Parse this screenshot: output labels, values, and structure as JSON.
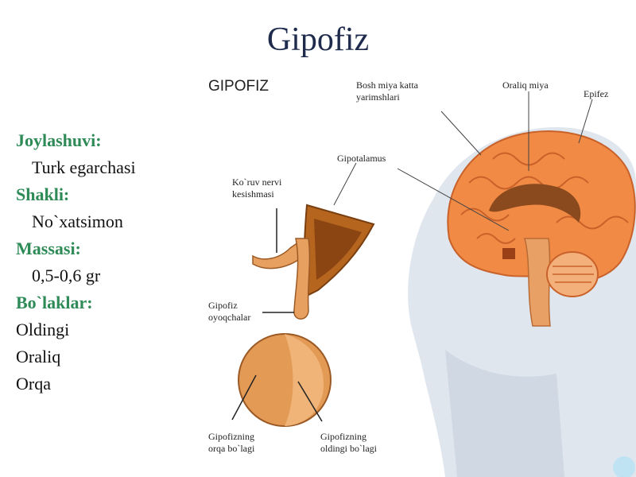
{
  "slide": {
    "title": "Gipofiz",
    "accent_color": "#2e8b57",
    "sections": [
      {
        "label": "Joylashuvi:",
        "value": "Turk egarchasi"
      },
      {
        "label": "Shakli:",
        "value": "No`xatsimon"
      },
      {
        "label": "Massasi:",
        "value": "0,5-0,6 gr"
      },
      {
        "label": "Bo`laklar:",
        "items": [
          "Oldingi",
          "Oraliq",
          "Orqa"
        ]
      }
    ]
  },
  "diagram": {
    "title": "GIPOFIZ",
    "labels": {
      "optic_chiasm_1": "Ko`ruv nervi",
      "optic_chiasm_2": "kesishmasi",
      "stalk_1": "Gipofiz",
      "stalk_2": "oyoqchalar",
      "posterior_1": "Gipofizning",
      "posterior_2": "orqa bo`lagi",
      "anterior_1": "Gipofizning",
      "anterior_2": "oldingi bo`lagi",
      "hypothalamus": "Gipotalamus",
      "hemispheres_1": "Bosh miya katta",
      "hemispheres_2": "yarimshlari",
      "diencephalon": "Oraliq miya",
      "epiphysis": "Epifez"
    }
  }
}
